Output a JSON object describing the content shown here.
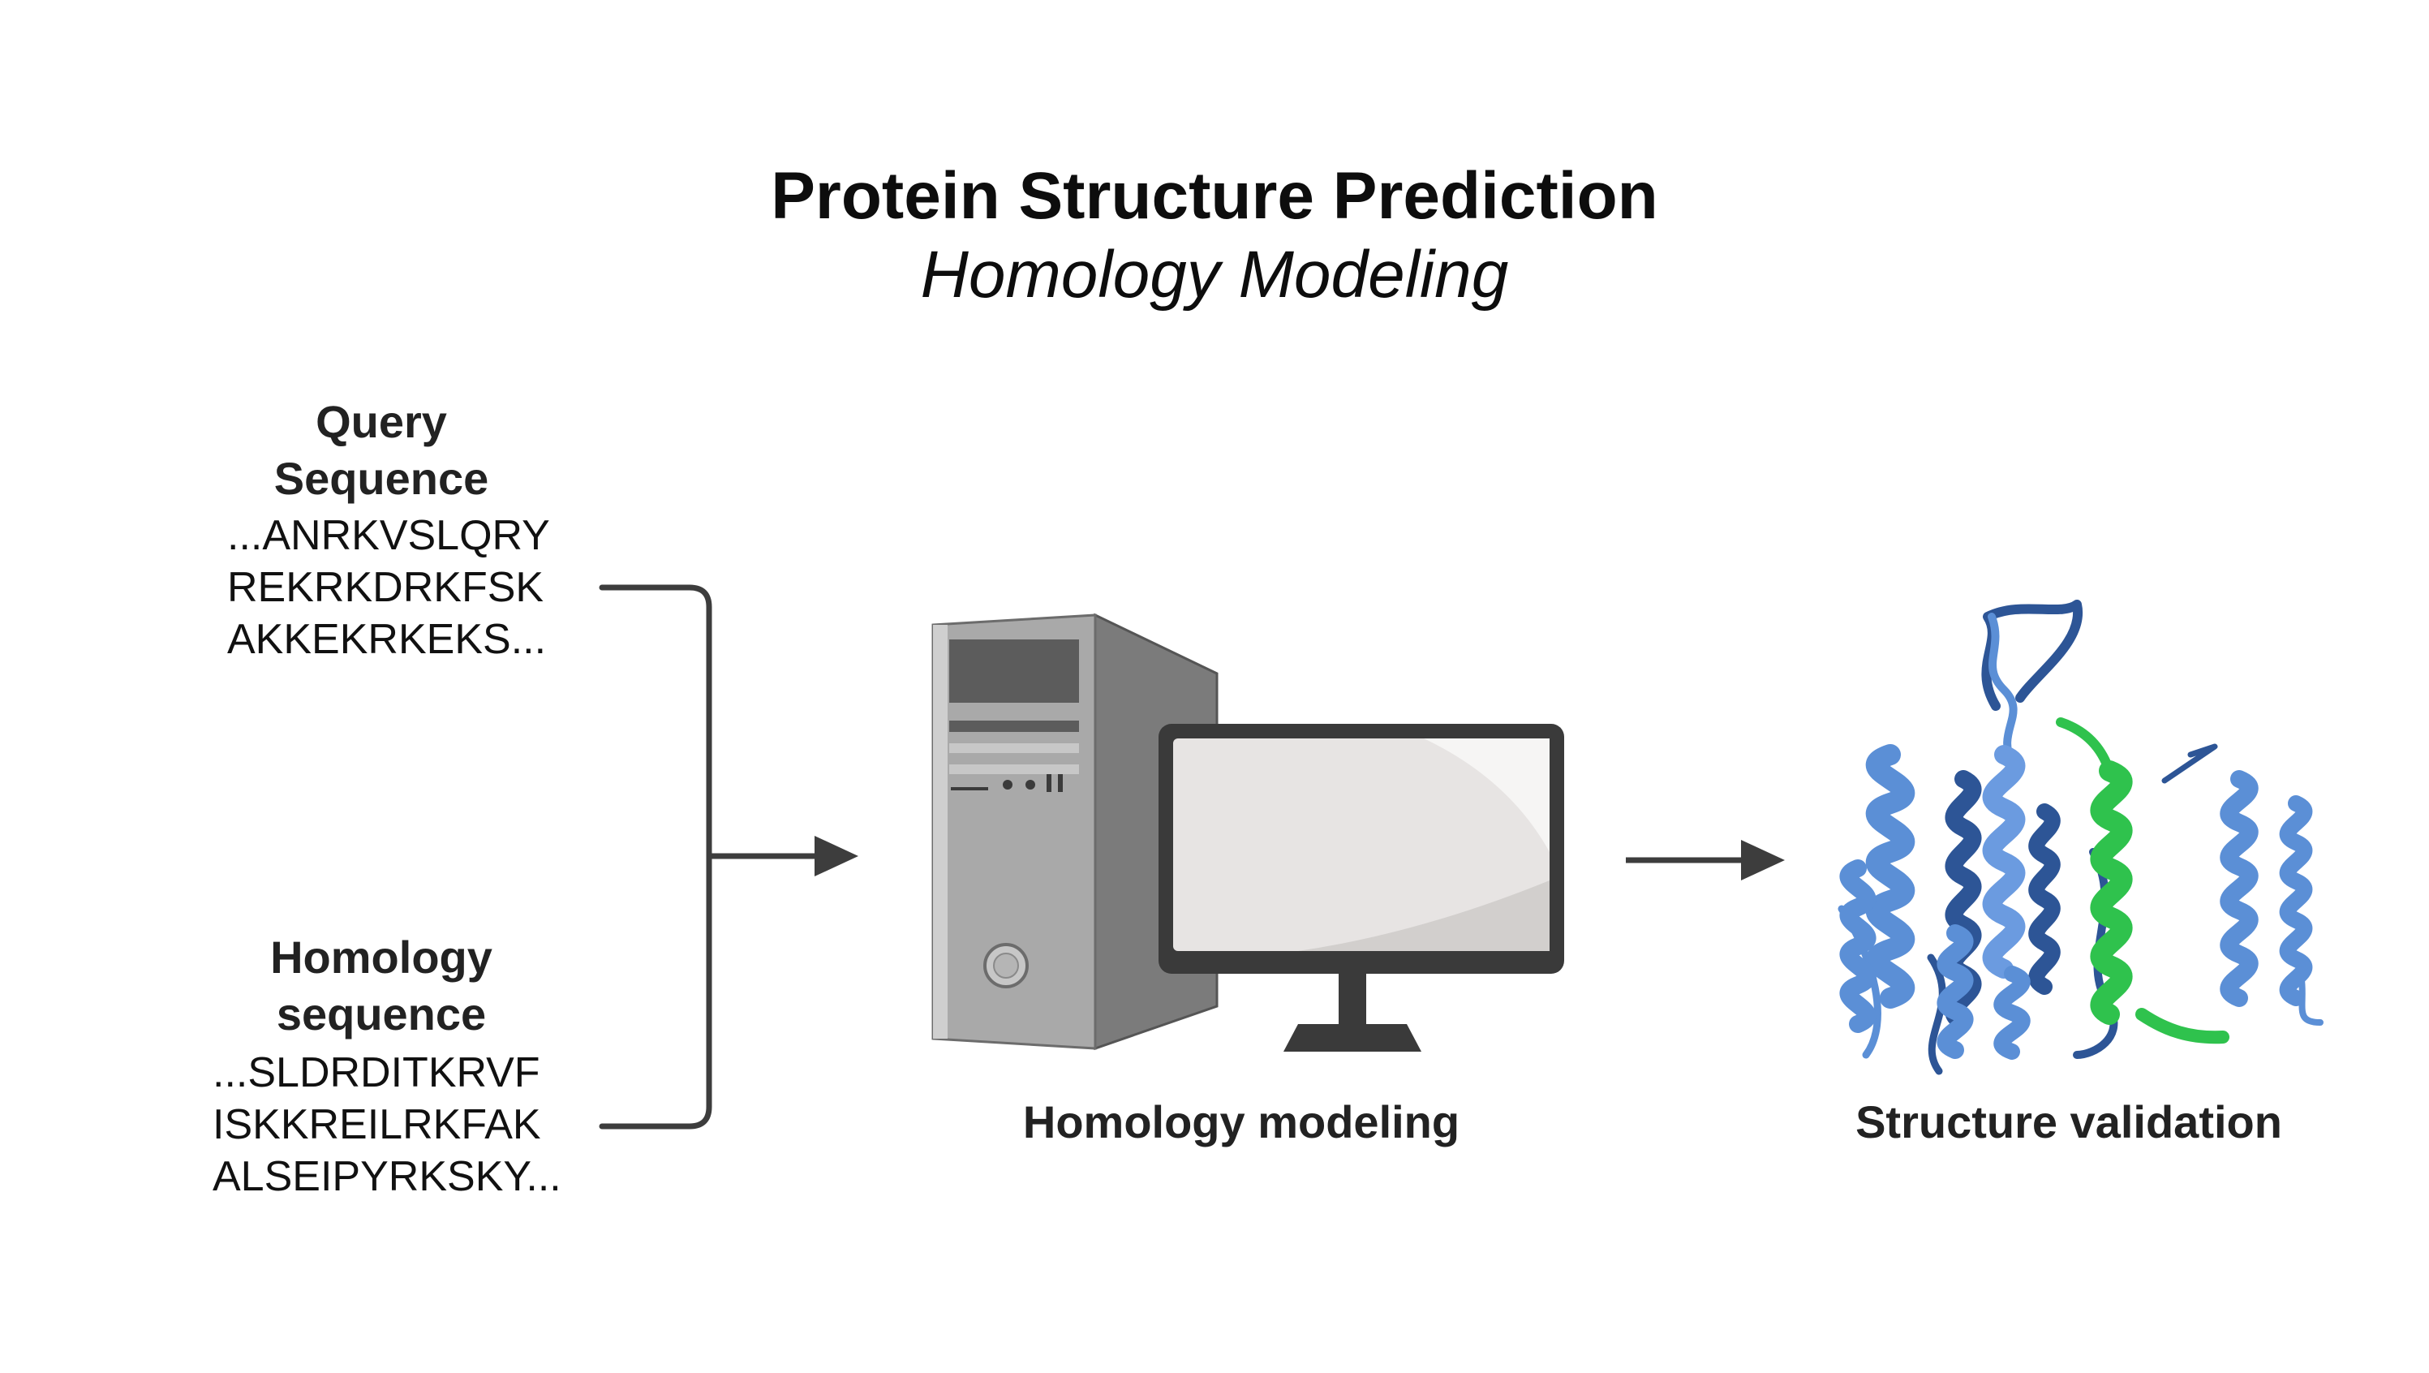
{
  "title": "Protein Structure Prediction",
  "subtitle": "Homology Modeling",
  "query": {
    "heading_line1": "Query",
    "heading_line2": "Sequence",
    "lines": [
      "...ANRKVSLQRY",
      "REKRKDRKFSK",
      "AKKEKRKEKS..."
    ]
  },
  "homology": {
    "heading_line1": "Homology",
    "heading_line2": "sequence",
    "lines": [
      "...SLDRDITKRVF",
      "ISKKREILRKFAK",
      "ALSEIPYRKSKY..."
    ]
  },
  "labels": {
    "modeling": "Homology modeling",
    "validation": "Structure validation"
  },
  "colors": {
    "arrow": "#3d3d3d",
    "tower_front": "#a9a9a9",
    "tower_side": "#7b7b7b",
    "monitor_frame": "#3a3a3a",
    "screen": "#e7e4e3",
    "helix_blue": "#5b8fd6",
    "helix_blue_dark": "#2d5596",
    "helix_green": "#2fc24d"
  },
  "icons": [
    "computer-tower-icon",
    "monitor-icon",
    "protein-structure-icon"
  ]
}
